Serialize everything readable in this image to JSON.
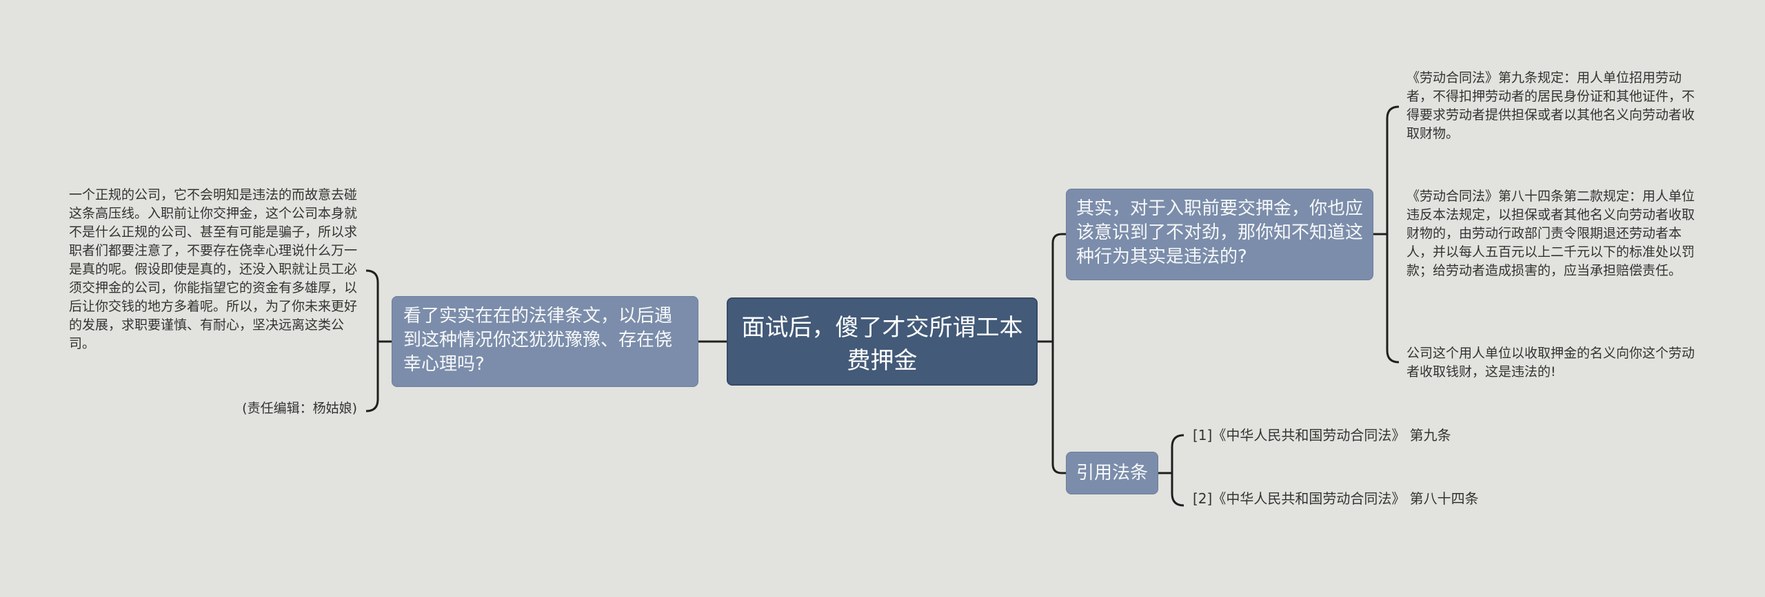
{
  "root": {
    "title": "面试后，傻了才交所谓工本费押金"
  },
  "left_branch": {
    "label": "看了实实在在的法律条文，以后遇到这种情况你还犹犹豫豫、存在侥幸心理吗?",
    "leaves": [
      "一个正规的公司，它不会明知是违法的而故意去碰这条高压线。入职前让你交押金，这个公司本身就不是什么正规的公司、甚至有可能是骗子，所以求职者们都要注意了，不要存在侥幸心理说什么万一是真的呢。假设即使是真的，还没入职就让员工必须交押金的公司，你能指望它的资金有多雄厚，以后让你交钱的地方多着呢。所以，为了你未来更好的发展，求职要谨慎、有耐心，坚决远离这类公司。",
      "(责任编辑：杨姑娘)"
    ]
  },
  "right_branch": {
    "label": "其实，对于入职前要交押金，你也应该意识到了不对劲，那你知不知道这种行为其实是违法的?",
    "leaves": [
      "《劳动合同法》第九条规定：用人单位招用劳动者，不得扣押劳动者的居民身份证和其他证件，不得要求劳动者提供担保或者以其他名义向劳动者收取财物。",
      "《劳动合同法》第八十四条第二款规定：用人单位违反本法规定，以担保或者其他名义向劳动者收取财物的，由劳动行政部门责令限期退还劳动者本人，并以每人五百元以上二千元以下的标准处以罚款；给劳动者造成损害的，应当承担赔偿责任。",
      "公司这个用人单位以收取押金的名义向你这个劳动者收取钱财，这是违法的!"
    ]
  },
  "citation_branch": {
    "label": "引用法条",
    "leaves": [
      "[1]《中华人民共和国劳动合同法》 第九条",
      "[2]《中华人民共和国劳动合同法》 第八十四条"
    ]
  },
  "colors": {
    "background": "#e2e2de",
    "root_fill": "#435a78",
    "branch_fill": "#7b8daa",
    "connector": "#1f1f1f",
    "leaf_text": "#333333"
  }
}
